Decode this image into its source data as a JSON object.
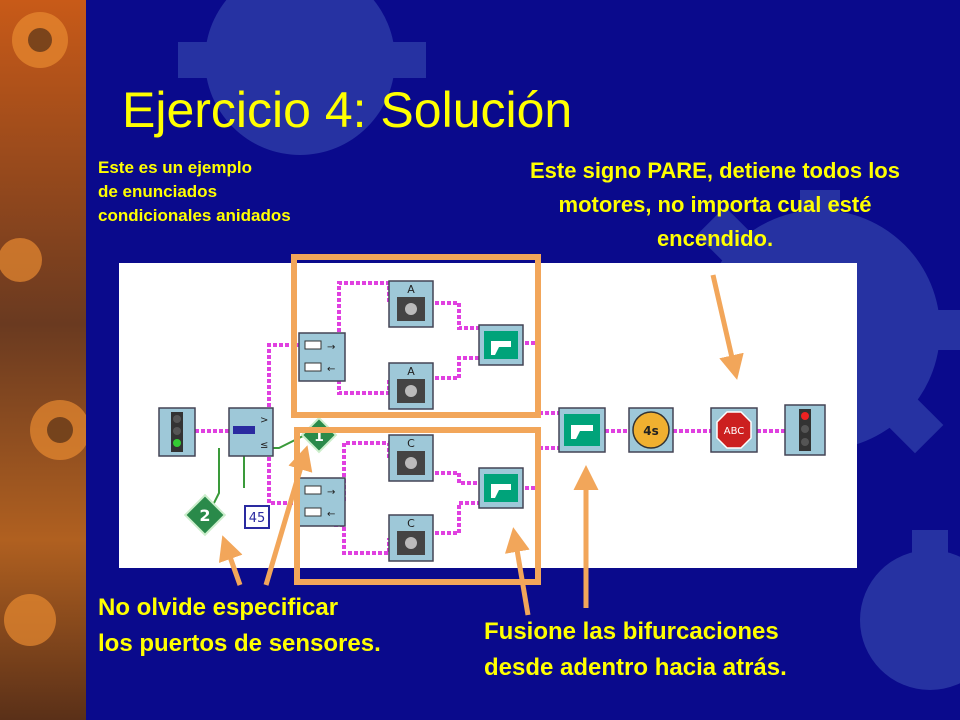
{
  "title": "Ejercicio 4: Solución",
  "notes": {
    "nested": [
      "Este es un ejemplo",
      "de enunciados",
      "condicionales anidados"
    ],
    "stop_sign": [
      "Este signo PARE, detiene todos los",
      "motores, no importa cual esté",
      "encendido."
    ],
    "sensor_ports": [
      "No olvide especificar",
      "los puertos de sensores."
    ],
    "merge": [
      "Fusione las bifurcaciones",
      "desde adentro hacia atrás."
    ]
  },
  "program": {
    "motor_top": "A",
    "motor_bottom": "C",
    "sensor_port_left": "2",
    "sensor_port_mid": "1",
    "sensor_value": "45",
    "wait_time": "4s",
    "stop_text": "ABC"
  },
  "colors": {
    "background": "#0a0a8c",
    "title": "#ffff00",
    "annotation_box": "#f2a65a",
    "wire": "#e040e0",
    "merge_block": "#00a37a"
  }
}
